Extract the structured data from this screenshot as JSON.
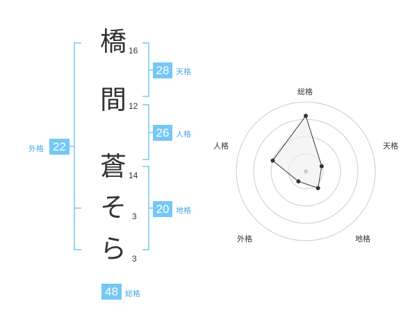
{
  "name_chars": [
    {
      "char": "橋",
      "strokes": "16"
    },
    {
      "char": "間",
      "strokes": "12"
    },
    {
      "char": "蒼",
      "strokes": "14"
    },
    {
      "char": "そ",
      "strokes": "3"
    },
    {
      "char": "ら",
      "strokes": "3"
    }
  ],
  "scores": {
    "tenkaku": {
      "label": "天格",
      "value": "28"
    },
    "jinkaku": {
      "label": "人格",
      "value": "26"
    },
    "chikaku": {
      "label": "地格",
      "value": "20"
    },
    "gaikaku": {
      "label": "外格",
      "value": "22"
    },
    "soukaku": {
      "label": "総格",
      "value": "48"
    }
  },
  "chart_data": {
    "type": "radar",
    "axes": [
      "総格",
      "天格",
      "地格",
      "外格",
      "人格"
    ],
    "values": [
      4.0,
      1.2,
      1.5,
      0.9,
      2.5
    ],
    "rmax": 5,
    "rings": 4,
    "colors": {
      "accent": "#74c7f6",
      "line": "#333333",
      "fill": "#eeeeee"
    }
  }
}
